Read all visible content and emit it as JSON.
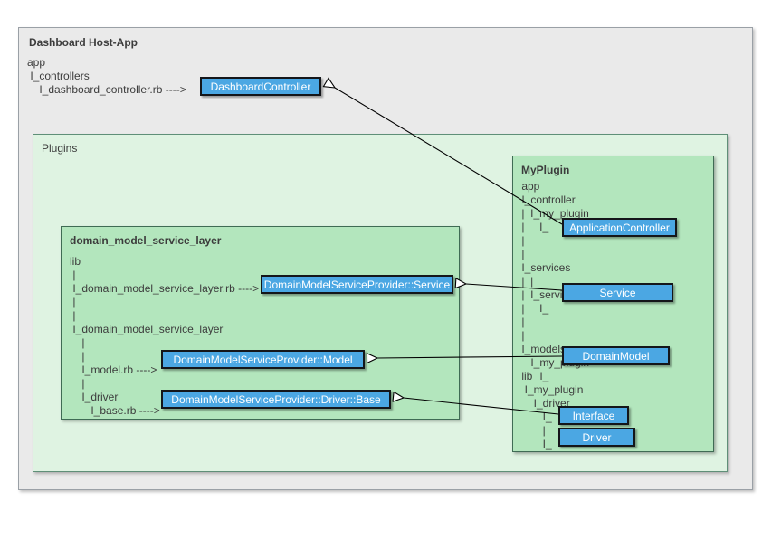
{
  "diagram": {
    "host_app": {
      "title": "Dashboard Host-App",
      "tree": "app\n I_controllers\n    I_dashboard_controller.rb ---->"
    },
    "plugins": {
      "label": "Plugins"
    },
    "domain_model_service_layer": {
      "title": "domain_model_service_layer",
      "tree_head": "lib\n |\n I_domain_model_service_layer.rb ---->",
      "tree_mid": " |\n |\n I_domain_model_service_layer\n    |\n    |\n    I_model.rb ---->",
      "tree_tail": "    |\n    I_driver\n       I_base.rb ---->"
    },
    "my_plugin": {
      "title": "MyPlugin",
      "tree_app": " app\n I_controller\n |  I_my_plugin\n |     I_",
      "tree_services": " |\n |\n I_services\n |  |\n |  I_service_layer\n |     I_",
      "tree_models": " |\n |\n I_models\n    I_my_plugin\n       I_",
      "tree_lib": " lib\n  I_my_plugin\n     I_driver\n        I_\n        |\n        I_"
    },
    "nodes": [
      {
        "id": "dashboard-controller",
        "label": "DashboardController"
      },
      {
        "id": "dmsp-service",
        "label": "DomainModelServiceProvider::Service"
      },
      {
        "id": "dmsp-model",
        "label": "DomainModelServiceProvider::Model"
      },
      {
        "id": "dmsp-driver-base",
        "label": "DomainModelServiceProvider::Driver::Base"
      },
      {
        "id": "application-controller",
        "label": "ApplicationController"
      },
      {
        "id": "service",
        "label": "Service"
      },
      {
        "id": "domain-model",
        "label": "DomainModel"
      },
      {
        "id": "interface",
        "label": "Interface"
      },
      {
        "id": "driver",
        "label": "Driver"
      }
    ],
    "colors": {
      "node_fill": "#4BA7E3",
      "node_border": "#14161a",
      "host_bg": "#EAEAEA",
      "plugins_bg": "#DFF3E2",
      "inner_bg": "#B3E6BD",
      "text": "#3c3c3c",
      "arrow": "#000000"
    },
    "relations": [
      {
        "from": "application-controller",
        "to": "dashboard-controller",
        "kind": "generalization"
      },
      {
        "from": "service",
        "to": "dmsp-service",
        "kind": "generalization"
      },
      {
        "from": "domain-model",
        "to": "dmsp-model",
        "kind": "generalization"
      },
      {
        "from": "interface",
        "to": "dmsp-driver-base",
        "kind": "generalization"
      }
    ]
  }
}
